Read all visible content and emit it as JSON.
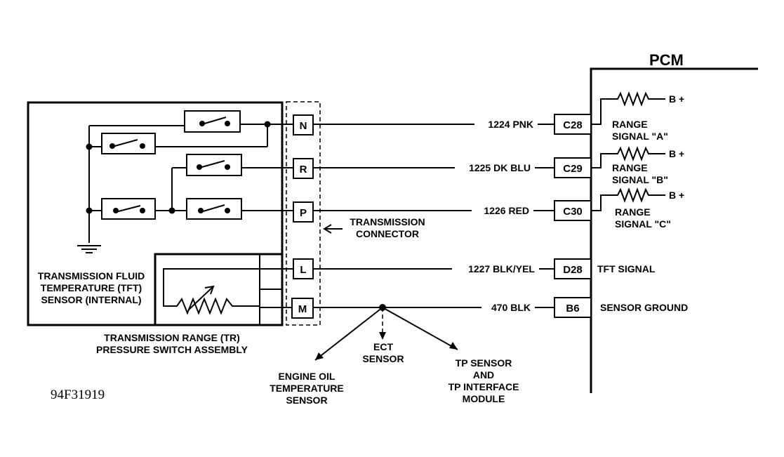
{
  "pcm": {
    "title": "PCM"
  },
  "connector": {
    "pins": [
      "N",
      "R",
      "P",
      "L",
      "M"
    ],
    "label": [
      "TRANSMISSION",
      "CONNECTOR"
    ]
  },
  "wires": [
    {
      "circuit": "1224 PNK"
    },
    {
      "circuit": "1225 DK BLU"
    },
    {
      "circuit": "1226 RED"
    },
    {
      "circuit": "1227 BLK/YEL"
    },
    {
      "circuit": "470 BLK"
    }
  ],
  "pcm_terminals": [
    "C28",
    "C29",
    "C30",
    "D28",
    "B6"
  ],
  "pcm_signals": [
    {
      "supply": "B +",
      "lines": [
        "RANGE",
        "SIGNAL \"A\""
      ]
    },
    {
      "supply": "B +",
      "lines": [
        "RANGE",
        "SIGNAL \"B\""
      ]
    },
    {
      "supply": "B +",
      "lines": [
        "RANGE",
        "SIGNAL \"C\""
      ]
    },
    {
      "lines": [
        "TFT SIGNAL"
      ]
    },
    {
      "lines": [
        "SENSOR GROUND"
      ]
    }
  ],
  "tft_label": [
    "TRANSMISSION FLUID",
    "TEMPERATURE (TFT)",
    "SENSOR (INTERNAL)"
  ],
  "assembly_label": [
    "TRANSMISSION RANGE (TR)",
    "PRESSURE SWITCH ASSEMBLY"
  ],
  "branches": {
    "engine_oil": [
      "ENGINE OIL",
      "TEMPERATURE",
      "SENSOR"
    ],
    "ect": [
      "ECT",
      "SENSOR"
    ],
    "tp": [
      "TP SENSOR",
      "AND",
      "TP INTERFACE",
      "MODULE"
    ]
  },
  "figure_code": "94F31919"
}
